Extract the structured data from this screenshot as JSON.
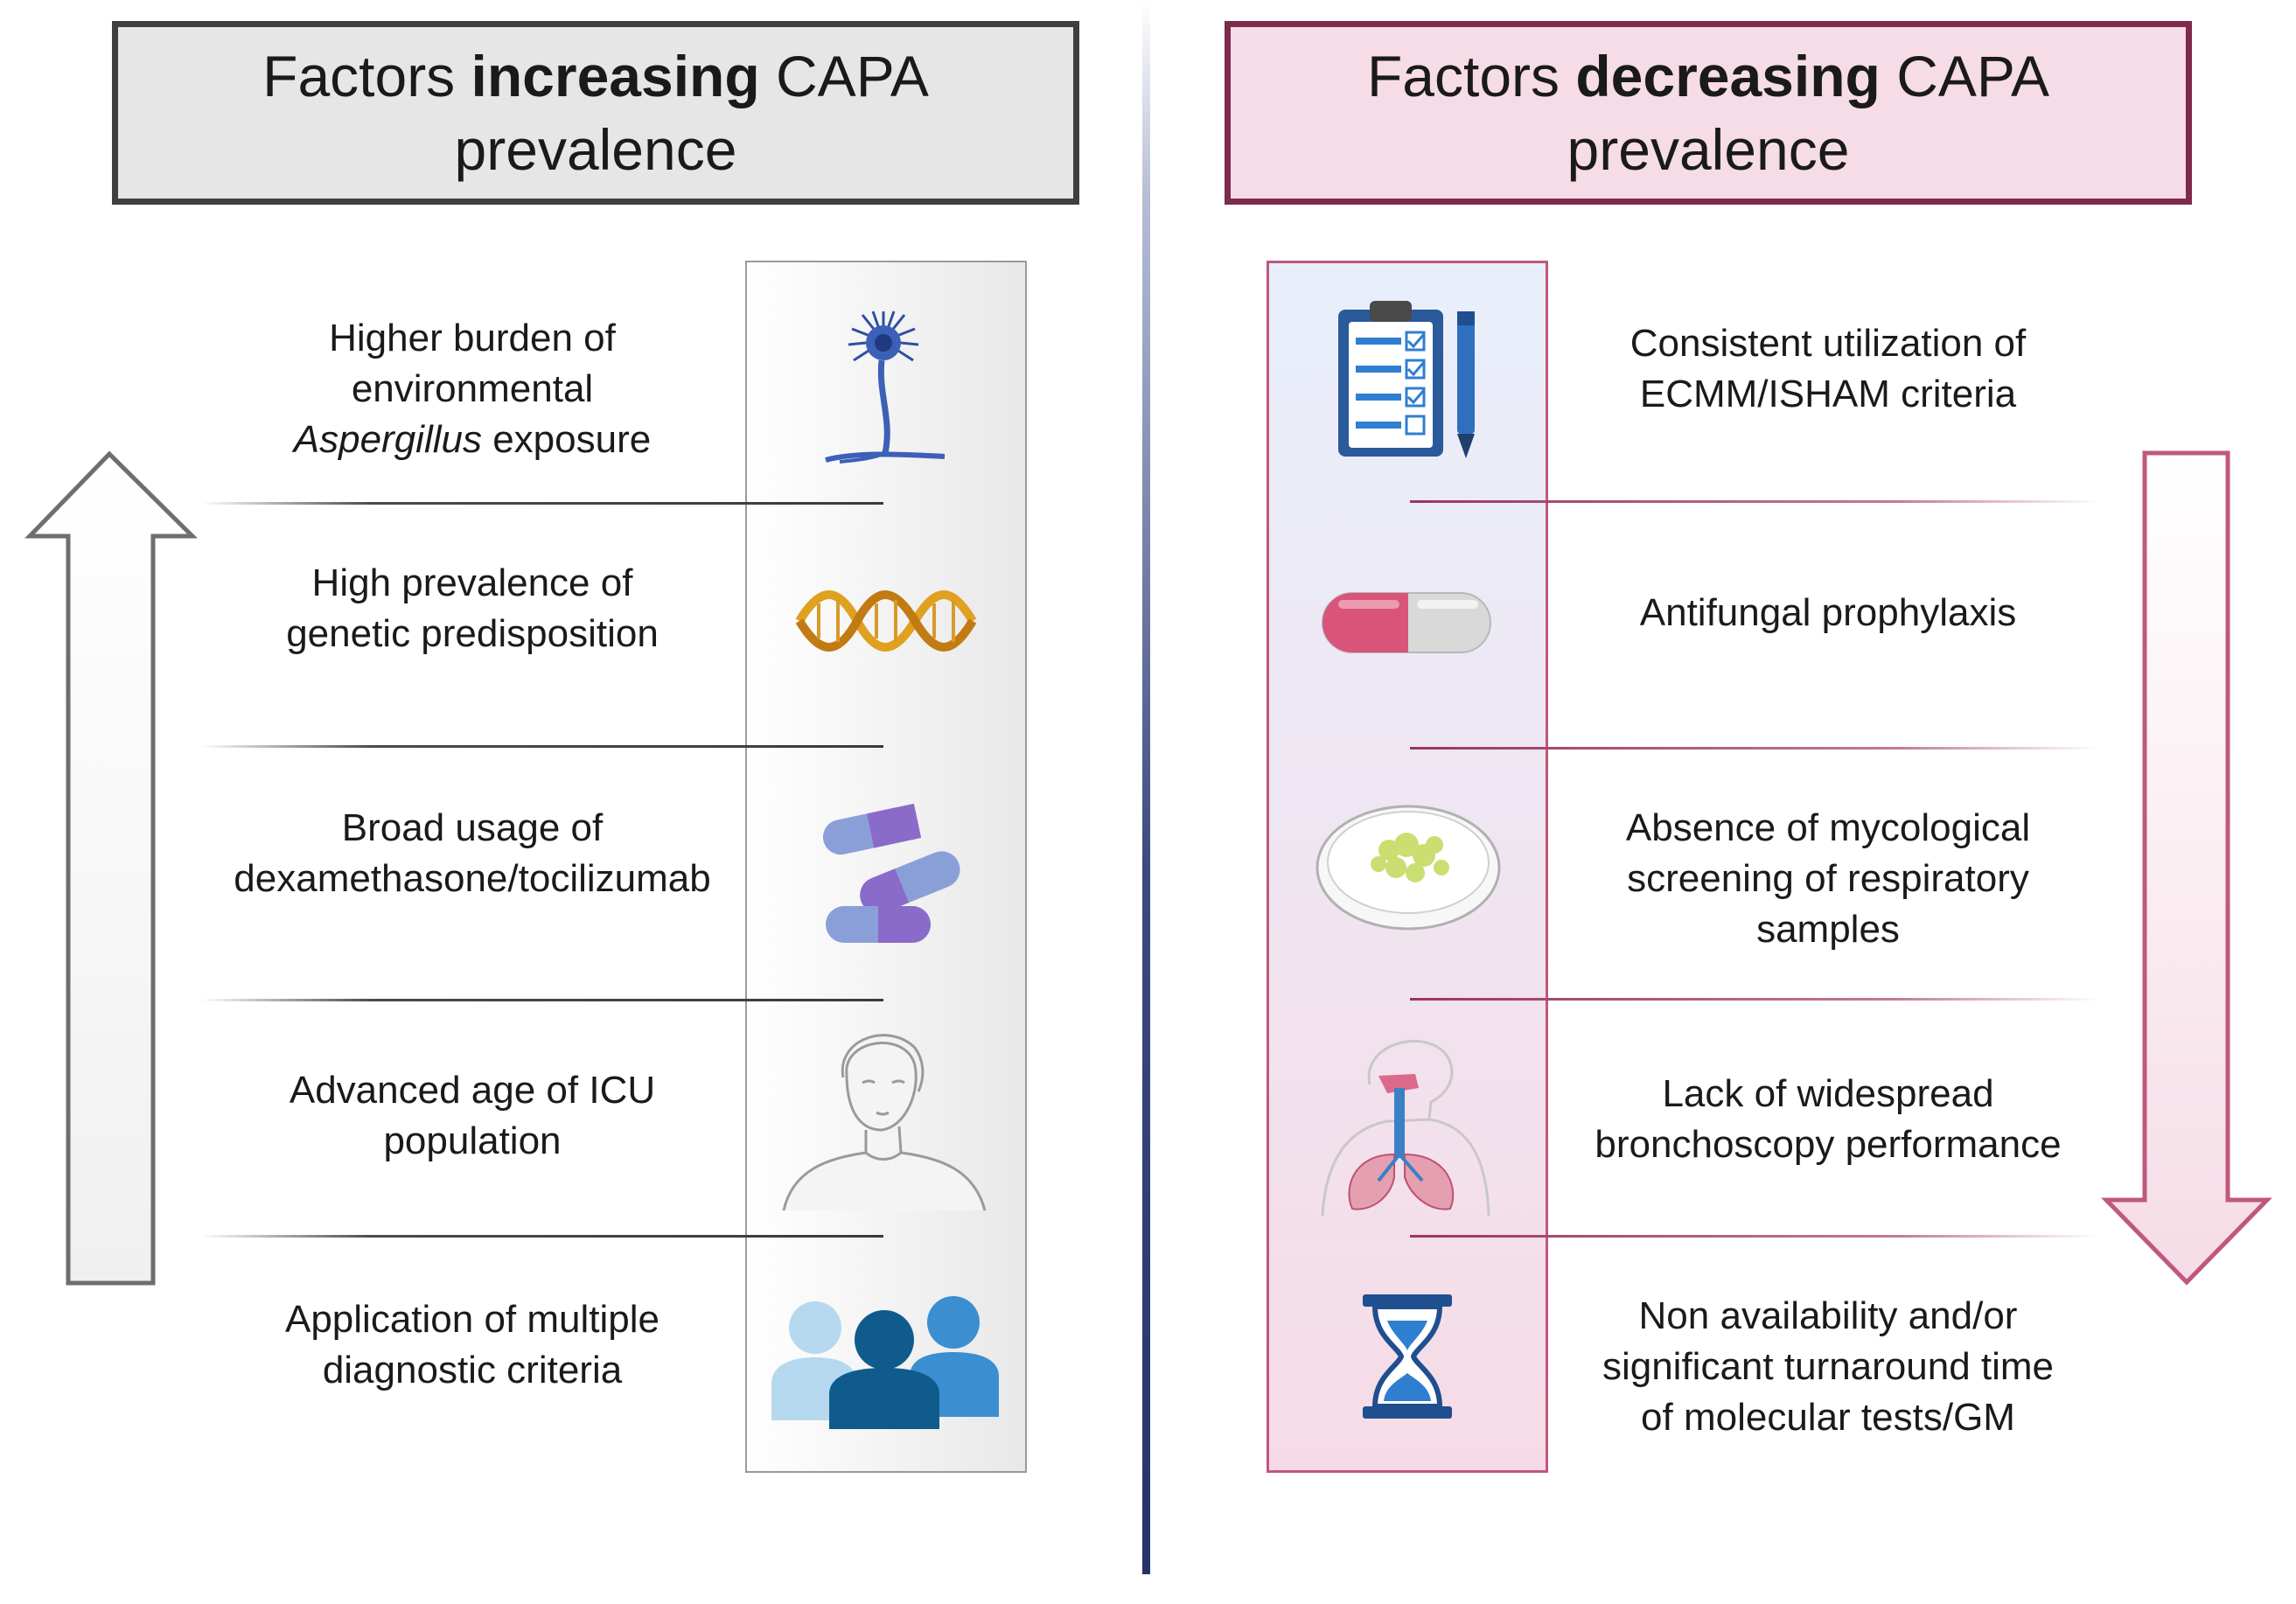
{
  "left_header": {
    "prefix": "Factors ",
    "bold": "increasing",
    "suffix": " CAPA",
    "line2": "prevalence"
  },
  "right_header": {
    "prefix": "Factors ",
    "bold": "decreasing",
    "suffix": " CAPA",
    "line2": "prevalence"
  },
  "increasing_factors": [
    {
      "line1": "Higher burden of",
      "line2": "environmental",
      "line3_italic": "Aspergillus",
      "line3_rest": " exposure",
      "icon": "aspergillus-icon"
    },
    {
      "line1": "High prevalence of",
      "line2": "genetic predisposition",
      "icon": "dna-icon"
    },
    {
      "line1": "Broad usage of",
      "line2": "dexamethasone/tocilizumab",
      "icon": "capsules-icon"
    },
    {
      "line1": "Advanced age of ICU",
      "line2": "population",
      "icon": "elderly-person-icon"
    },
    {
      "line1": "Application of multiple",
      "line2": "diagnostic criteria",
      "icon": "people-group-icon"
    }
  ],
  "decreasing_factors": [
    {
      "line1": "Consistent utilization of",
      "line2": "ECMM/ISHAM criteria",
      "icon": "clipboard-checklist-icon"
    },
    {
      "line1": "Antifungal prophylaxis",
      "icon": "pill-icon"
    },
    {
      "line1": "Absence of mycological",
      "line2": "screening of respiratory",
      "line3": "samples",
      "icon": "petri-dish-icon"
    },
    {
      "line1": "Lack of widespread",
      "line2": "bronchoscopy performance",
      "icon": "respiratory-system-icon"
    },
    {
      "line1": "Non availability and/or",
      "line2": "significant turnaround time",
      "line3": "of molecular tests/GM",
      "icon": "hourglass-icon"
    }
  ],
  "colors": {
    "left_accent": "#3f3f3f",
    "left_fill": "#e6e6e6",
    "right_accent": "#7d2a4c",
    "right_fill": "#f6dce6",
    "divider": "#26336b"
  }
}
